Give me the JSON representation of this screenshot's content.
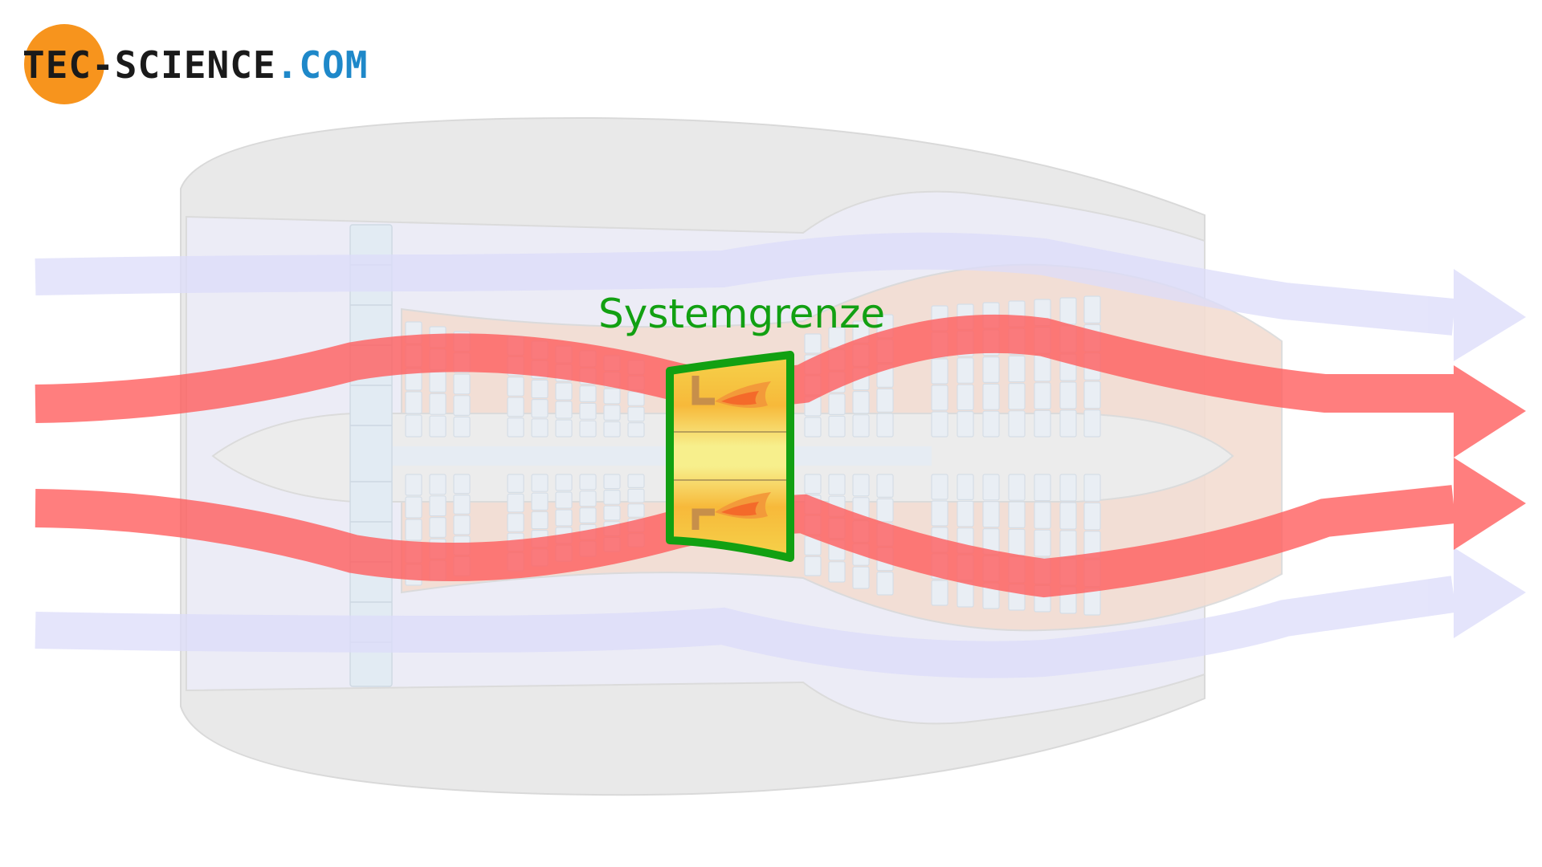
{
  "logo": {
    "part1": "TEC-SCIENCE",
    "part2": ".COM",
    "badge_color": "#f7941d",
    "text_color_dark": "#1a1a1a",
    "text_color_blue": "#1e88c9"
  },
  "diagram": {
    "system_boundary_label": "Systemgrenze",
    "boundary_color": "#12a012",
    "hot_flow_color": "#ff5a5a",
    "cold_flow_color": "#d9dcff",
    "casing_color": "#e6e6e6",
    "combustion_color": "#f4c93a",
    "icons": [
      "burner-flame-icon",
      "burner-flame-icon"
    ]
  }
}
